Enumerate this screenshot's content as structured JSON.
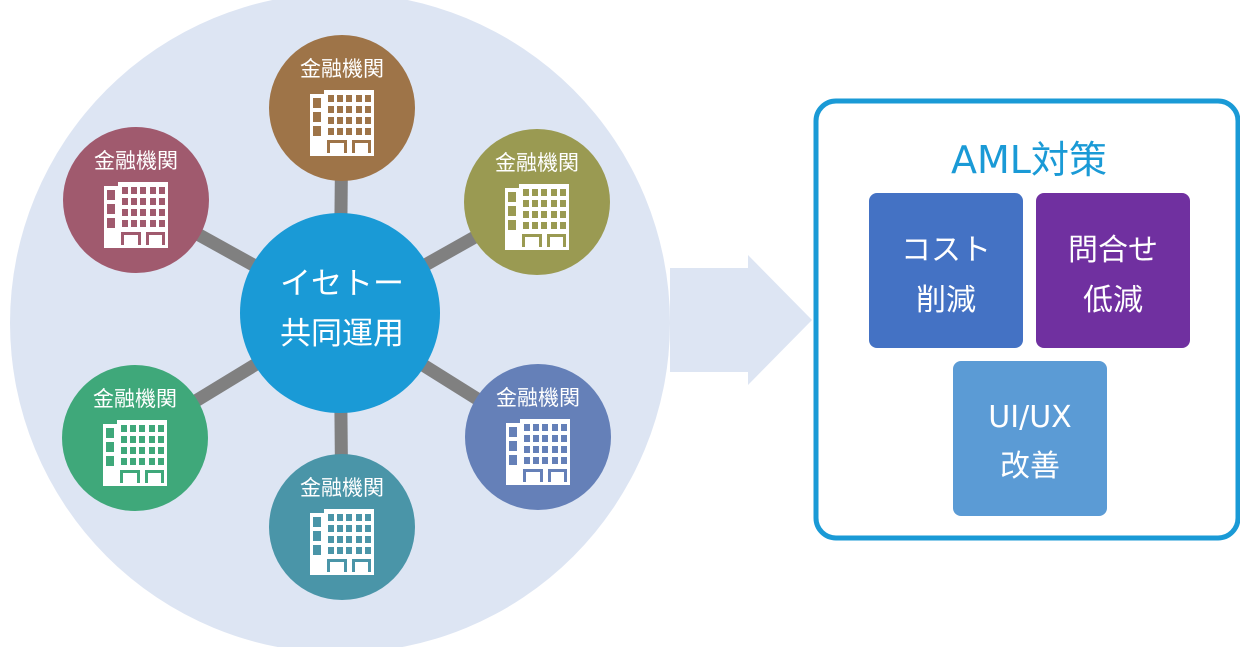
{
  "hub": {
    "line1": "イセトー",
    "line2": "共同運用",
    "color": "#1a9ad6"
  },
  "institutions": [
    {
      "label": "金融機関",
      "color": "#9e7448"
    },
    {
      "label": "金融機関",
      "color": "#9a9a52"
    },
    {
      "label": "金融機関",
      "color": "#6580b8"
    },
    {
      "label": "金融機関",
      "color": "#4a95a8"
    },
    {
      "label": "金融機関",
      "color": "#3fa87a"
    },
    {
      "label": "金融機関",
      "color": "#a05a6e"
    }
  ],
  "panel": {
    "title": "AML対策",
    "accent": "#1a9ad6",
    "boxes": [
      {
        "line1": "コスト",
        "line2": "削減",
        "color": "#4472c4"
      },
      {
        "line1": "問合せ",
        "line2": "低減",
        "color": "#7030a0"
      },
      {
        "line1": "UI/UX",
        "line2": "改善",
        "color": "#5b9bd5"
      }
    ]
  },
  "icons": {
    "institution": "office-building-icon",
    "flow": "right-arrow-icon"
  },
  "colors": {
    "background_circle": "#dde5f3",
    "spoke": "#808080",
    "arrow": "#dde5f3"
  }
}
